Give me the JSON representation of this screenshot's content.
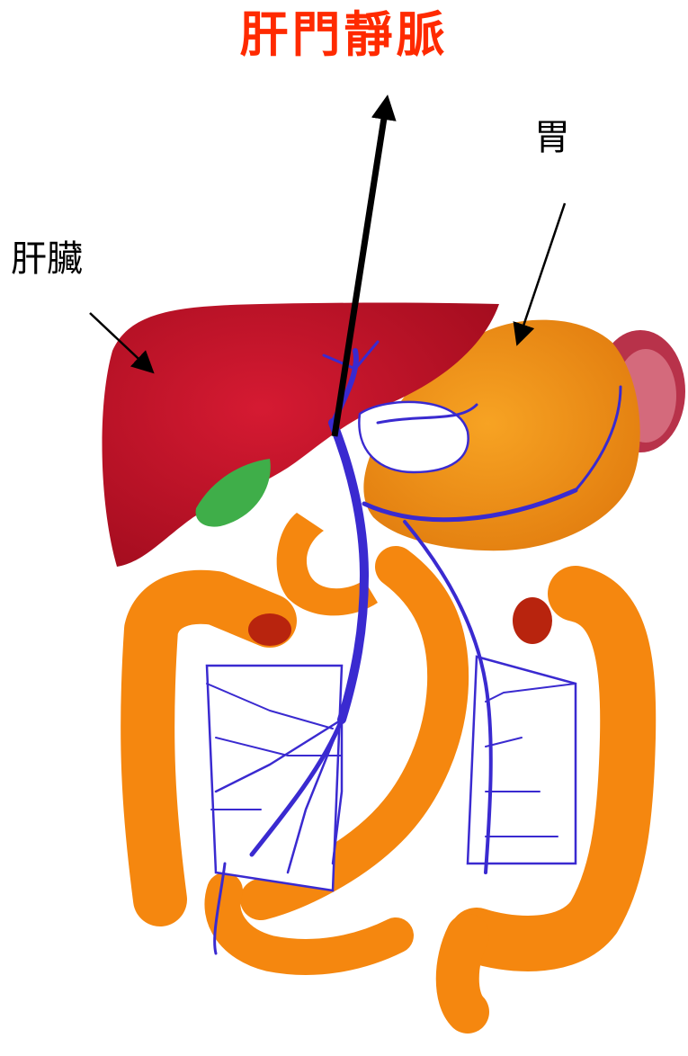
{
  "title": {
    "text": "肝門靜脈",
    "color": "#ff2a00"
  },
  "labels": {
    "liver": "肝臟",
    "stomach": "胃"
  },
  "colors": {
    "liver": "#c8102e",
    "gallbladder": "#3fae49",
    "intestine": "#f5870f",
    "stomach": "#f39a1e",
    "vein": "#3a2ad0",
    "spleen": "#b8324a",
    "arrow": "#000000"
  }
}
